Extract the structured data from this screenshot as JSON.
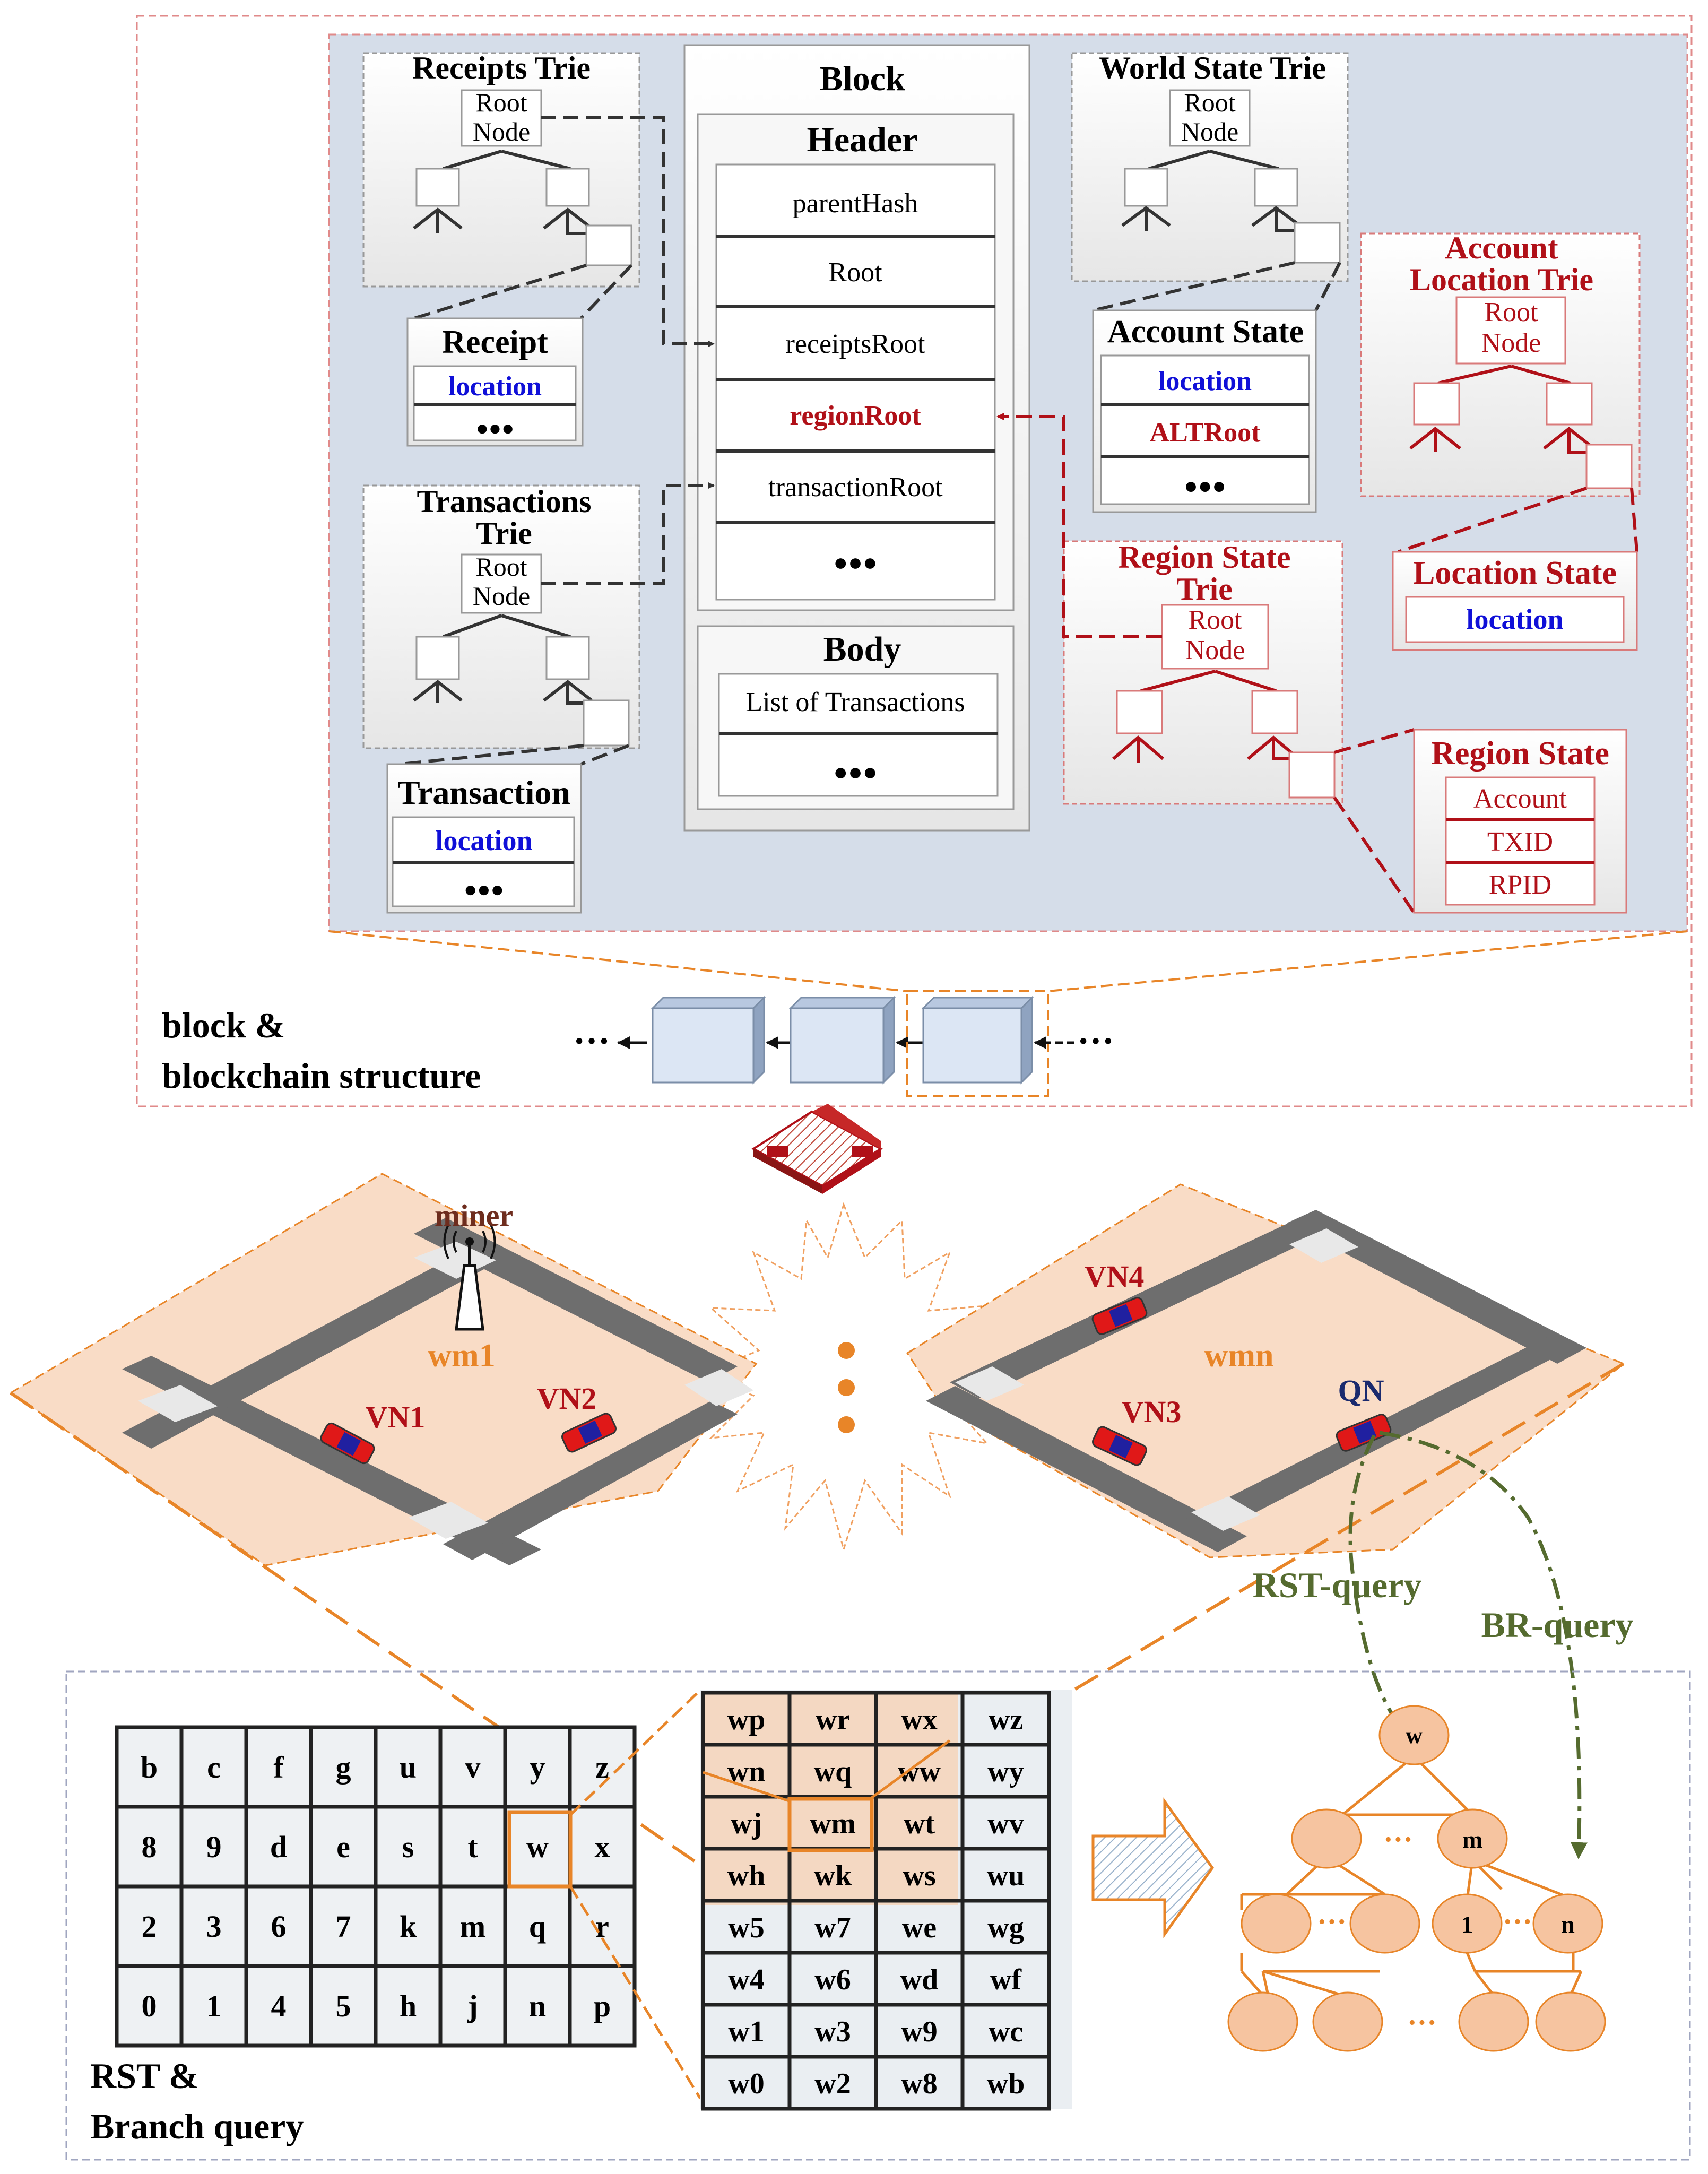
{
  "block": {
    "receipts_trie_title": "Receipts Trie",
    "root_node_line1": "Root",
    "root_node_line2": "Node",
    "receipt_title": "Receipt",
    "location": "location",
    "ellipsis": "●●●",
    "transactions_trie_line1": "Transactions",
    "transactions_trie_line2": "Trie",
    "transaction_title": "Transaction",
    "block_title": "Block",
    "header_title": "Header",
    "header_fields": [
      "parentHash",
      "Root",
      "receiptsRoot",
      "regionRoot",
      "transactionRoot",
      "●●●"
    ],
    "body_title": "Body",
    "body_fields": [
      "List of Transactions",
      "●●●"
    ],
    "world_state_trie_title": "World State Trie",
    "account_state_title": "Account State",
    "account_state_fields": [
      "location",
      "ALTRoot",
      "●●●"
    ],
    "alt_line1": "Account",
    "alt_line2": "Location Trie",
    "location_state_title": "Location State",
    "region_state_trie_line1": "Region State",
    "region_state_trie_line2": "Trie",
    "region_state_title": "Region State",
    "region_state_fields": [
      "Account",
      "TXID",
      "RPID"
    ],
    "chain_label_line1": "block &",
    "chain_label_line2": "blockchain structure",
    "chain_dots": "···"
  },
  "map": {
    "miner": "miner",
    "wm1": "wm1",
    "wmn": "wmn",
    "vn1": "VN1",
    "vn2": "VN2",
    "vn3": "VN3",
    "vn4": "VN4",
    "qn": "QN",
    "rst_query": "RST-query",
    "br_query": "BR-query"
  },
  "grid": {
    "label_line1": "RST &",
    "label_line2": "Branch query",
    "big": [
      [
        "b",
        "c",
        "f",
        "g",
        "u",
        "v",
        "y",
        "z"
      ],
      [
        "8",
        "9",
        "d",
        "e",
        "s",
        "t",
        "w",
        "x"
      ],
      [
        "2",
        "3",
        "6",
        "7",
        "k",
        "m",
        "q",
        "r"
      ],
      [
        "0",
        "1",
        "4",
        "5",
        "h",
        "j",
        "n",
        "p"
      ]
    ],
    "small": [
      [
        "wp",
        "wr",
        "wx",
        "wz"
      ],
      [
        "wn",
        "wq",
        "ww",
        "wy"
      ],
      [
        "wj",
        "wm",
        "wt",
        "wv"
      ],
      [
        "wh",
        "wk",
        "ws",
        "wu"
      ],
      [
        "w5",
        "w7",
        "we",
        "wg"
      ],
      [
        "w4",
        "w6",
        "wd",
        "wf"
      ],
      [
        "w1",
        "w3",
        "w9",
        "wc"
      ],
      [
        "w0",
        "w2",
        "w8",
        "wb"
      ]
    ]
  },
  "tree": {
    "root": "w",
    "m": "m",
    "one": "1",
    "n": "n",
    "dots": "···"
  },
  "colors": {
    "panel_bg": "#d5dde9",
    "dark_red": "#b01018",
    "blue": "#1010d8",
    "orange": "#e88528",
    "peach": "#f9dcc6",
    "olive": "#556b2f",
    "maroon": "#6e2d1e"
  }
}
